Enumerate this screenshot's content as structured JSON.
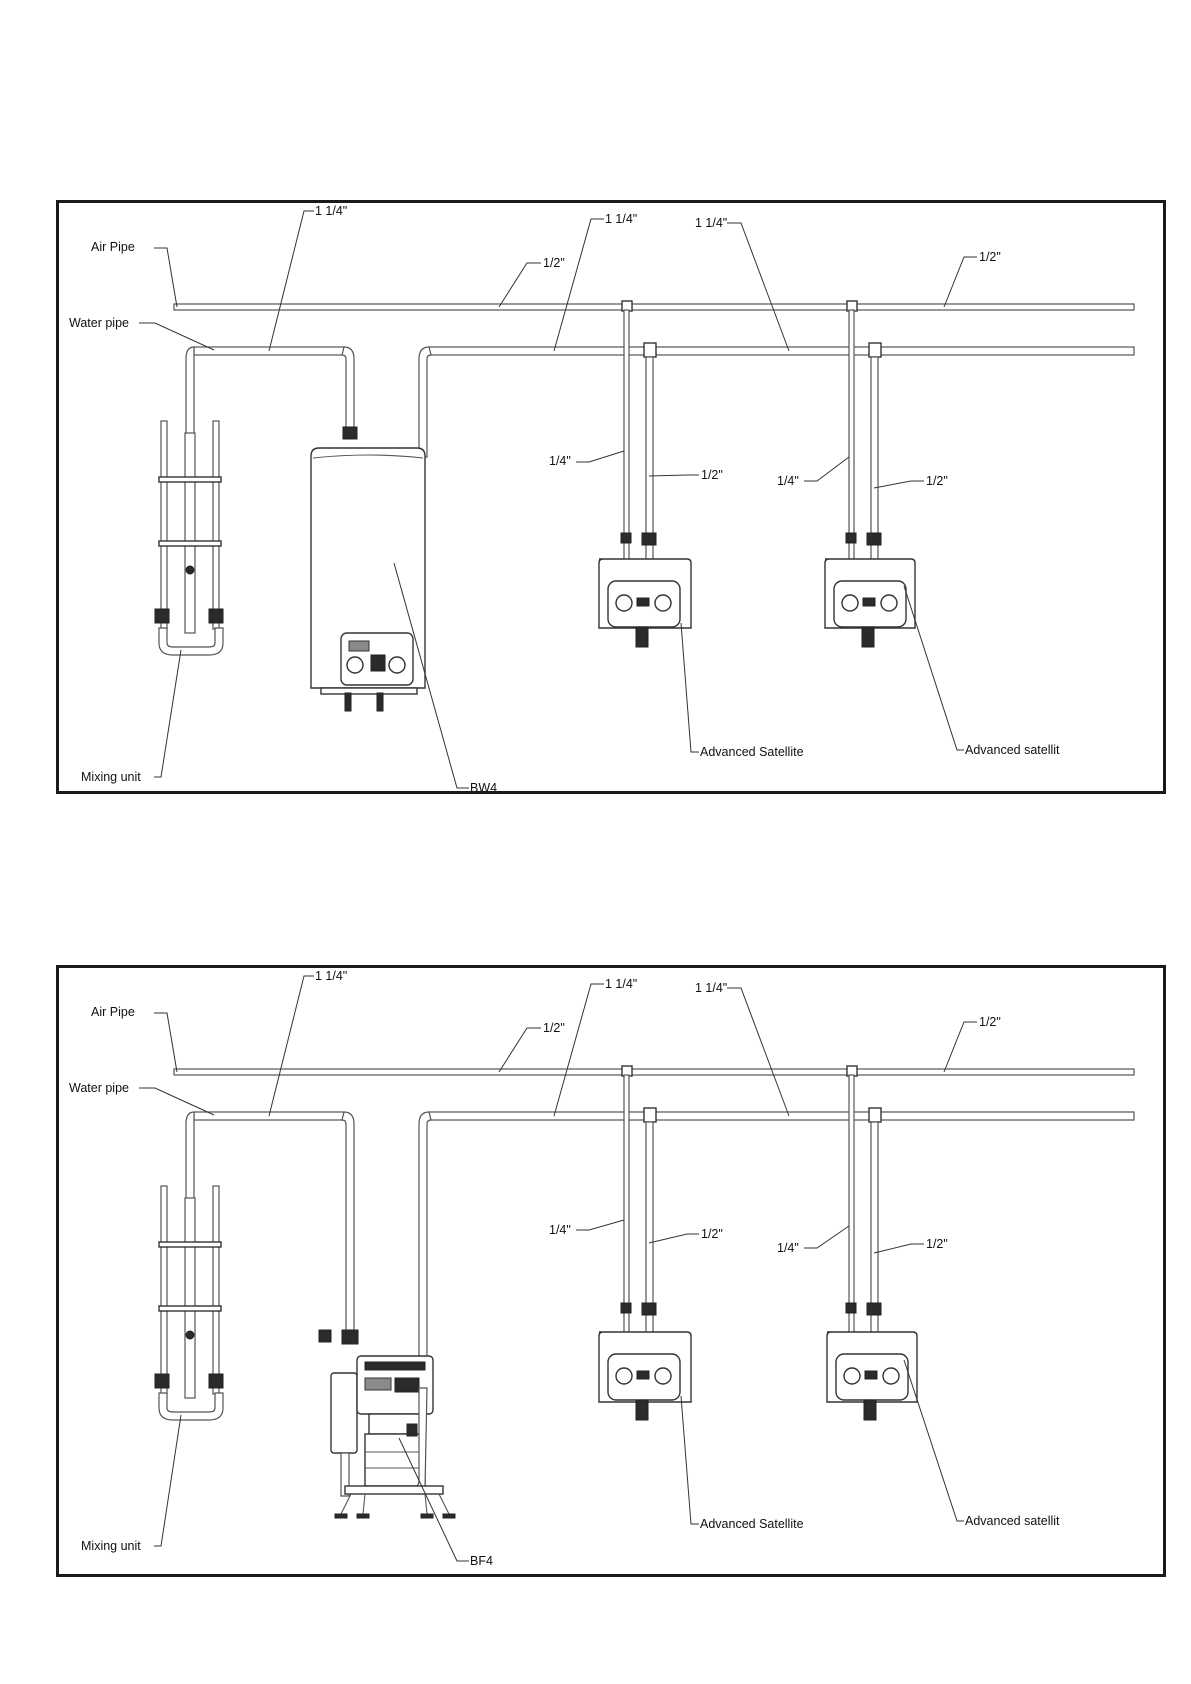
{
  "diagrams": [
    {
      "labels": {
        "pipe_main_1": "1 1/4\"",
        "pipe_main_2": "1 1/4\"",
        "pipe_main_3": "1 1/4\"",
        "air_pipe": "Air Pipe",
        "water_pipe": "Water pipe",
        "air_size_1": "1/2\"",
        "air_size_2": "1/2\"",
        "drop_air_1": "1/4\"",
        "drop_water_1": "1/2\"",
        "drop_air_2": "1/4\"",
        "drop_water_2": "1/2\"",
        "mixing_unit": "Mixing unit",
        "central_unit": "BW4",
        "satellite_1": "Advanced Satellite",
        "satellite_2": "Advanced satellit"
      }
    },
    {
      "labels": {
        "pipe_main_1": "1 1/4\"",
        "pipe_main_2": "1 1/4\"",
        "pipe_main_3": "1 1/4\"",
        "air_pipe": "Air Pipe",
        "water_pipe": "Water pipe",
        "air_size_1": "1/2\"",
        "air_size_2": "1/2\"",
        "drop_air_1": "1/4\"",
        "drop_water_1": "1/2\"",
        "drop_air_2": "1/4\"",
        "drop_water_2": "1/2\"",
        "mixing_unit": "Mixing unit",
        "central_unit": "BF4",
        "satellite_1": "Advanced Satellite",
        "satellite_2": "Advanced satellit"
      }
    }
  ]
}
